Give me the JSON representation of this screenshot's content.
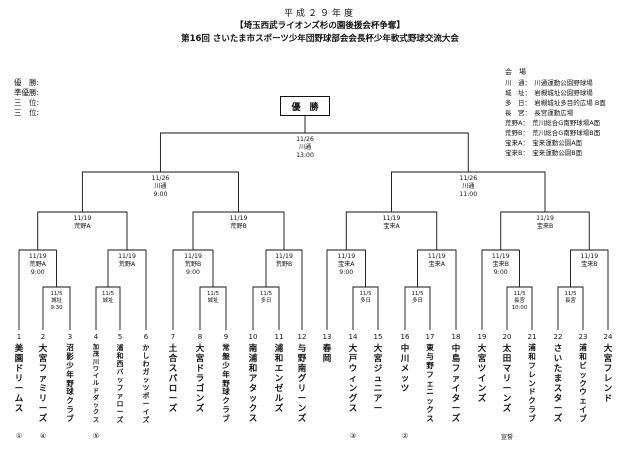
{
  "header": {
    "year": "平成２９年度",
    "cup": "【埼玉西武ライオンズ杉の園後援会杯争奪】",
    "main": "第16回 さいたま市スポーツ少年団野球部会会長杯少年軟式野球交流大会"
  },
  "results": {
    "champion_label": "優　勝:",
    "runner_up_label": "準優勝:",
    "third_label_1": "三　位:",
    "third_label_2": "三　位:"
  },
  "venues": {
    "title": "会　場",
    "items": [
      "川　通：　川通運動公園野球場",
      "城　址：　岩槻城址公園野球場",
      "多　日：　岩槻城址多目的広場 B面",
      "長　宮：　長宮運動広場",
      "荒野A：　荒川総合G南野球場A面",
      "荒野B：　荒川総合G南野球場B面",
      "宝来A：　宝来運動公園A面",
      "宝来B：　宝来運動公園B面"
    ]
  },
  "bracket": {
    "champion": "優　勝",
    "final": {
      "date": "11/26",
      "venue": "川通",
      "time": "13:00"
    },
    "semis": [
      {
        "date": "11/26",
        "venue": "川通",
        "time": "9:00"
      },
      {
        "date": "11/26",
        "venue": "川通",
        "time": "11:00"
      }
    ],
    "quarters": [
      {
        "date": "11/19",
        "venue": "荒野A"
      },
      {
        "date": "11/19",
        "venue": "荒野B"
      },
      {
        "date": "11/19",
        "venue": "宝来A"
      },
      {
        "date": "11/19",
        "venue": "宝来B"
      }
    ],
    "r2": [
      {
        "date": "11/19",
        "venue": "荒野A",
        "time": "9:00"
      },
      {
        "date": "11/19",
        "venue": "荒野A",
        "time": ""
      },
      {
        "date": "11/19",
        "venue": "荒野B",
        "time": "9:00"
      },
      {
        "date": "11/19",
        "venue": "荒野B",
        "time": ""
      },
      {
        "date": "11/19",
        "venue": "宝来A",
        "time": "9:00"
      },
      {
        "date": "11/19",
        "venue": "宝来A",
        "time": ""
      },
      {
        "date": "11/19",
        "venue": "宝来B",
        "time": "9:00"
      },
      {
        "date": "11/19",
        "venue": "宝来B",
        "time": ""
      }
    ],
    "r1": [
      {
        "date": "11/5",
        "venue": "城址",
        "time": "9:30"
      },
      {
        "date": "11/5",
        "venue": "城址",
        "time": ""
      },
      {
        "date": "11/5",
        "venue": "城址",
        "time": ""
      },
      {
        "date": "11/5",
        "venue": "多日",
        "time": ""
      },
      {
        "date": "11/5",
        "venue": "多日",
        "time": ""
      },
      {
        "date": "11/5",
        "venue": "多日",
        "time": ""
      },
      {
        "date": "11/5",
        "venue": "長宮",
        "time": "10:00"
      },
      {
        "date": "11/5",
        "venue": "長宮",
        "time": ""
      }
    ]
  },
  "teams": [
    {
      "num": "1",
      "name": "美園ドリームス",
      "rank": "①"
    },
    {
      "num": "2",
      "name": "大宮ファミリーズ",
      "rank": "④"
    },
    {
      "num": "3",
      "name": "沼影少年野球クラブ",
      "rank": ""
    },
    {
      "num": "4",
      "name": "加茂川ワイルドダックス",
      "rank": "⑤"
    },
    {
      "num": "5",
      "name": "浦和西バッファローズ",
      "rank": ""
    },
    {
      "num": "6",
      "name": "かしわガッツボーイズ",
      "rank": ""
    },
    {
      "num": "7",
      "name": "土合スパローズ",
      "rank": ""
    },
    {
      "num": "8",
      "name": "大宮ドラゴンズ",
      "rank": ""
    },
    {
      "num": "9",
      "name": "常盤少年野球クラブ",
      "rank": ""
    },
    {
      "num": "10",
      "name": "南浦和アタックス",
      "rank": ""
    },
    {
      "num": "11",
      "name": "浦和エンゼルズ",
      "rank": ""
    },
    {
      "num": "12",
      "name": "与野南グリーンズ",
      "rank": ""
    },
    {
      "num": "13",
      "name": "春　岡",
      "rank": ""
    },
    {
      "num": "14",
      "name": "大戸ウィングス",
      "rank": "③"
    },
    {
      "num": "15",
      "name": "大宮ジュニアー",
      "rank": ""
    },
    {
      "num": "16",
      "name": "中川メッツ",
      "rank": "②"
    },
    {
      "num": "17",
      "name": "東与野フェニックス",
      "rank": ""
    },
    {
      "num": "18",
      "name": "中島ファイターズ",
      "rank": ""
    },
    {
      "num": "19",
      "name": "大宮ツインズ",
      "rank": ""
    },
    {
      "num": "20",
      "name": "太田マリーンズ",
      "rank": "宣誓"
    },
    {
      "num": "21",
      "name": "浦和フレンドクラブ",
      "rank": ""
    },
    {
      "num": "22",
      "name": "さいたまスターズ",
      "rank": ""
    },
    {
      "num": "23",
      "name": "浦和ビックウェイブ",
      "rank": ""
    },
    {
      "num": "24",
      "name": "大宮フレンド",
      "rank": ""
    }
  ]
}
